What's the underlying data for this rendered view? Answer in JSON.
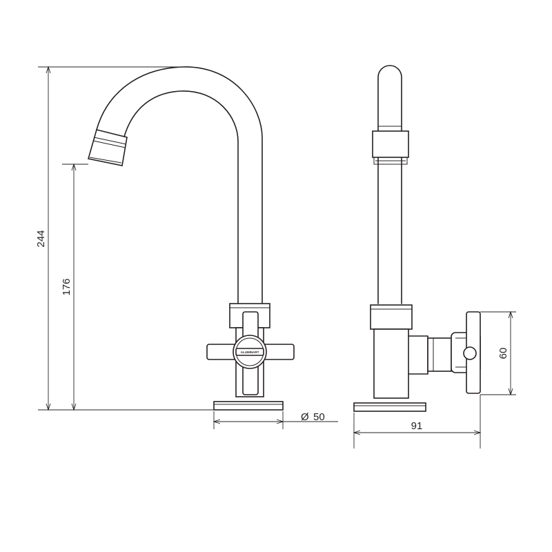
{
  "dimensions": {
    "total_height": "244",
    "spout_height": "176",
    "base_diameter_symbol": "Ø",
    "base_diameter": "50",
    "depth": "91",
    "handle_height": "60"
  },
  "brand_mark": "ALUMINART",
  "colors": {
    "line": "#231f20",
    "background": "#ffffff"
  }
}
